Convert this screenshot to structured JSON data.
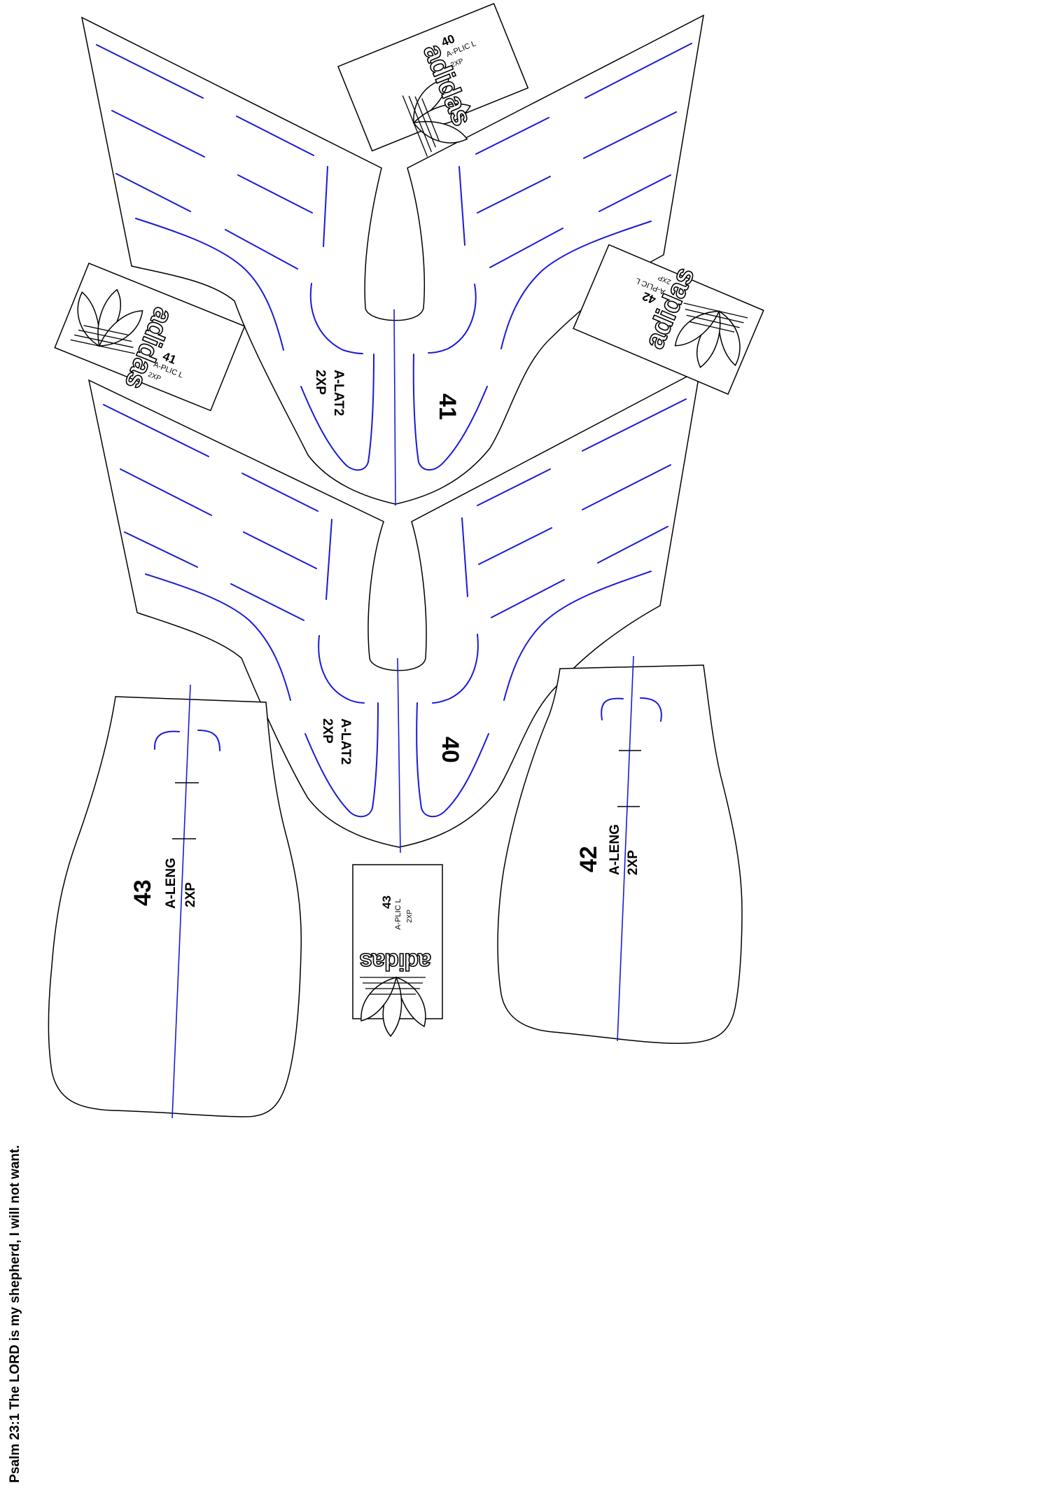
{
  "footer": {
    "verse": "Psalm 23:1 The LORD is my shepherd, I will not want."
  },
  "lateral_pieces": [
    {
      "size": "41",
      "name": "A-LAT2",
      "qty": "2XP"
    },
    {
      "size": "40",
      "name": "A-LAT2",
      "qty": "2XP"
    }
  ],
  "tongue_pieces": [
    {
      "size": "43",
      "name": "A-LENG",
      "qty": "2XP"
    },
    {
      "size": "42",
      "name": "A-LENG",
      "qty": "2XP"
    }
  ],
  "logo_labels": [
    {
      "size": "40",
      "name": "A-PLIC L",
      "qty": "2XP",
      "brand": "adidas"
    },
    {
      "size": "41",
      "name": "A-PLIC L",
      "qty": "2XP",
      "brand": "adidas"
    },
    {
      "size": "42",
      "name": "A-PLIC L",
      "qty": "2XP",
      "brand": "adidas"
    },
    {
      "size": "43",
      "name": "A-PLIC L",
      "qty": "2XP",
      "brand": "adidas"
    }
  ],
  "colors": {
    "outline": "#000000",
    "stitch": "#1a1ad8",
    "paper": "#ffffff"
  }
}
